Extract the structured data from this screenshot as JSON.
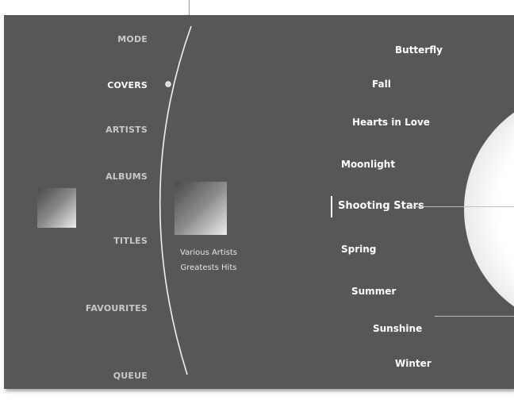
{
  "menu": {
    "items": [
      {
        "label": "MODE",
        "active": false
      },
      {
        "label": "COVERS",
        "active": true
      },
      {
        "label": "ARTISTS",
        "active": false
      },
      {
        "label": "ALBUMS",
        "active": false
      },
      {
        "label": "TITLES",
        "active": false
      },
      {
        "label": "FAVOURITES",
        "active": false
      },
      {
        "label": "QUEUE",
        "active": false
      }
    ]
  },
  "album": {
    "artist": "Various Artists",
    "title": "Greatests Hits"
  },
  "songs": {
    "items": [
      {
        "label": "Butterfly"
      },
      {
        "label": "Fall"
      },
      {
        "label": "Hearts in Love"
      },
      {
        "label": "Moonlight"
      },
      {
        "label": "Shooting Stars",
        "selected": true
      },
      {
        "label": "Spring"
      },
      {
        "label": "Summer"
      },
      {
        "label": "Sunshine"
      },
      {
        "label": "Winter"
      }
    ]
  },
  "colors": {
    "panel": "#565759",
    "text": "#ffffff",
    "menu_inactive": "#c9c9c9"
  }
}
